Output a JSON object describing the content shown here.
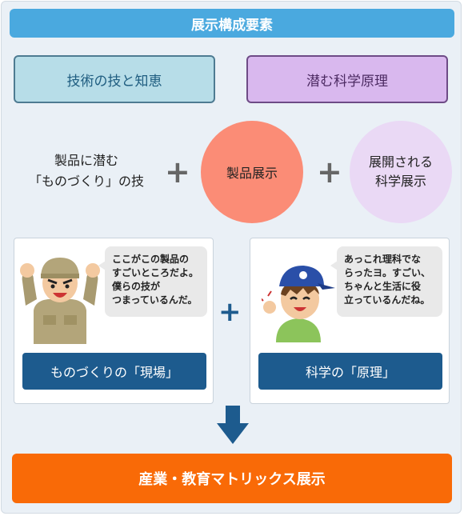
{
  "title": "展示構成要素",
  "categories": {
    "left": "技術の技と知恵",
    "right": "潜む科学原理"
  },
  "formula": {
    "left_text_line1": "製品に潜む",
    "left_text_line2": "「ものづくり」の技",
    "plus": "+",
    "center": "製品展示",
    "right_line1": "展開される",
    "right_line2": "科学展示"
  },
  "panels": {
    "left": {
      "bubble": [
        "ここがこの製品の",
        "すごいところだよ。",
        "僕らの技が",
        "つまっているんだ。"
      ],
      "button": "ものづくりの「現場」",
      "character_icon": "craftsman-icon"
    },
    "right": {
      "bubble": [
        "あっこれ理科でな",
        "らったヨ。すごい、",
        "ちゃんと生活に役",
        "立っているんだね。"
      ],
      "button": "科学の「原理」",
      "character_icon": "student-icon"
    },
    "plus": "+"
  },
  "result": "産業・教育マトリックス展示",
  "colors": {
    "title_bar": "#4aa9df",
    "category_left": "#b7dde8",
    "category_right": "#d9b8ee",
    "center_circle": "#fb8c76",
    "right_circle": "#ead9f5",
    "panel_button": "#1d5b8e",
    "result_bar": "#f96a07"
  }
}
